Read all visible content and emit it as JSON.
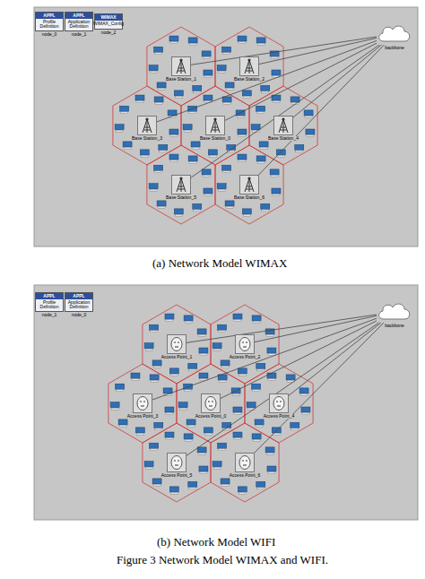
{
  "diagram": {
    "caption": "Figure 3 Network Model WIMAX and WIFI.",
    "nodes": [
      {
        "text": [
          "APPL",
          "Profile Definition",
          "node_0"
        ]
      },
      {
        "text": [
          "APPL",
          "Application Definition",
          "node_1"
        ]
      },
      {
        "text": [
          "WIMAX",
          "WIMAX_Config",
          "node_2"
        ]
      },
      {
        "text": [
          "backbone"
        ]
      },
      {
        "text": [
          "Base Station_0"
        ]
      },
      {
        "text": [
          "Base Station_1"
        ]
      },
      {
        "text": [
          "Base Station_2"
        ]
      },
      {
        "text": [
          "Base Station_3"
        ]
      },
      {
        "text": [
          "Base Station_4"
        ]
      },
      {
        "text": [
          "Base Station_5"
        ]
      },
      {
        "text": [
          "Base Station_6"
        ]
      },
      {
        "text": [
          "APPL",
          "Profile Definition",
          "node_1"
        ]
      },
      {
        "text": [
          "APPL",
          "Application Definition",
          "node_0"
        ]
      },
      {
        "text": [
          "backbone"
        ]
      },
      {
        "text": [
          "Access Point_0"
        ]
      },
      {
        "text": [
          "Access Point_1"
        ]
      },
      {
        "text": [
          "Access Point_2"
        ]
      },
      {
        "text": [
          "Access Point_3"
        ]
      },
      {
        "text": [
          "Access Point_4"
        ]
      },
      {
        "text": [
          "Access Point_5"
        ]
      },
      {
        "text": [
          "Access Point_6"
        ]
      }
    ],
    "edges": [
      {
        "from": 4,
        "to": 3,
        "arrow": "none"
      },
      {
        "from": 5,
        "to": 3,
        "arrow": "none"
      },
      {
        "from": 6,
        "to": 3,
        "arrow": "none"
      },
      {
        "from": 7,
        "to": 3,
        "arrow": "none"
      },
      {
        "from": 8,
        "to": 3,
        "arrow": "none"
      },
      {
        "from": 9,
        "to": 3,
        "arrow": "none"
      },
      {
        "from": 10,
        "to": 3,
        "arrow": "none"
      },
      {
        "from": 14,
        "to": 13,
        "arrow": "none"
      },
      {
        "from": 15,
        "to": 13,
        "arrow": "none"
      },
      {
        "from": 16,
        "to": 13,
        "arrow": "none"
      },
      {
        "from": 17,
        "to": 13,
        "arrow": "none"
      },
      {
        "from": 18,
        "to": 13,
        "arrow": "none"
      },
      {
        "from": 19,
        "to": 13,
        "arrow": "none"
      },
      {
        "from": 20,
        "to": 13,
        "arrow": "none"
      }
    ],
    "labels": [
      "(a) Network Model WIMAX",
      "(b) Network Model WIFI"
    ]
  }
}
